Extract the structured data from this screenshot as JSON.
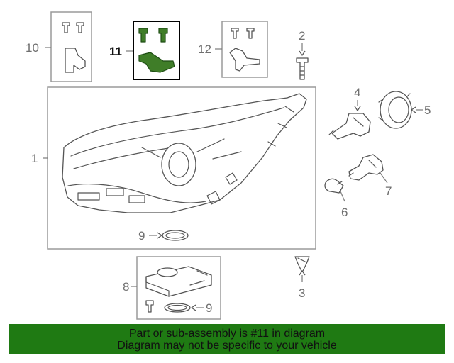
{
  "callouts": {
    "c1": "1",
    "c2": "2",
    "c3": "3",
    "c4": "4",
    "c5": "5",
    "c6": "6",
    "c7": "7",
    "c8": "8",
    "c9a": "9",
    "c9b": "9",
    "c10": "10",
    "c11": "11",
    "c12": "12"
  },
  "highlight_color": "#3f7d28",
  "banner": {
    "line1": "Part or sub-assembly is #11 in diagram",
    "line2": "Diagram may not be specific to your vehicle",
    "background": "#1f7a13"
  }
}
